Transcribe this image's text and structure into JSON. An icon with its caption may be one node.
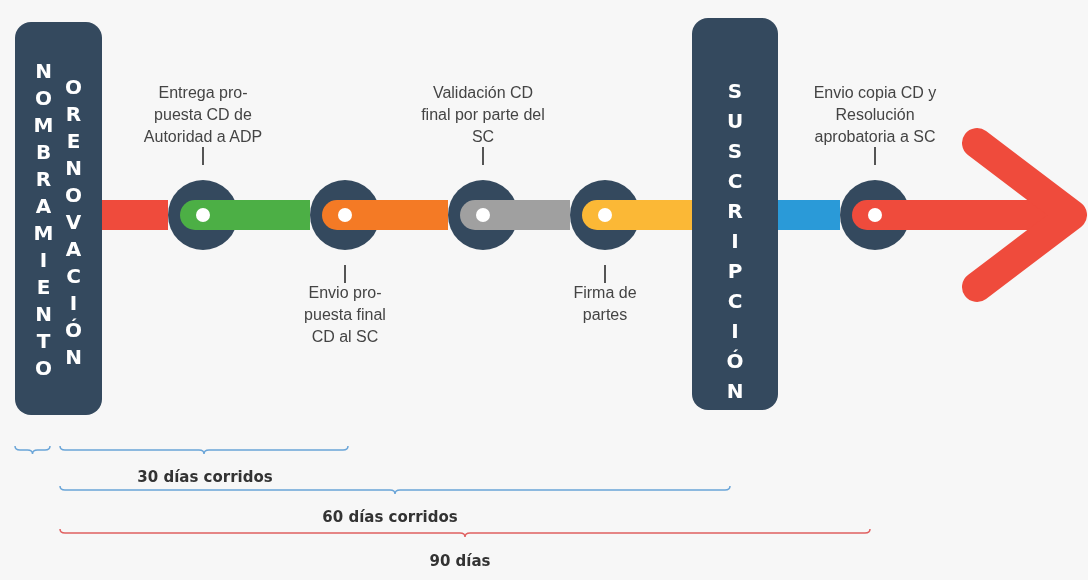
{
  "diagram": {
    "nodes": [
      {
        "text": [
          "NOMBRAMIENTO",
          "O RENOVACIÓN"
        ]
      },
      {
        "text": [
          "Entrega pro- puesta CD de Autoridad a ADP"
        ]
      },
      {
        "text": [
          "Envio pro- puesta final CD al SC"
        ]
      },
      {
        "text": [
          "Validación CD final por parte del SC"
        ]
      },
      {
        "text": [
          "Firma de partes"
        ]
      },
      {
        "text": [
          "SUSCRIPCIÓN"
        ]
      },
      {
        "text": [
          "Envio copia CD y Resolución aprobatoria a SC"
        ]
      }
    ],
    "edges": [
      {
        "from": 0,
        "to": 1,
        "arrow": "none",
        "color": "#ef4b3c"
      },
      {
        "from": 1,
        "to": 2,
        "arrow": "none",
        "color": "#4caf45"
      },
      {
        "from": 2,
        "to": 3,
        "arrow": "none",
        "color": "#f47a25"
      },
      {
        "from": 3,
        "to": 4,
        "arrow": "none",
        "color": "#a0a0a0"
      },
      {
        "from": 4,
        "to": 5,
        "arrow": "none",
        "color": "#fbb836"
      },
      {
        "from": 5,
        "to": 6,
        "arrow": "none",
        "color": "#2a9ad8"
      },
      {
        "from": 6,
        "to": null,
        "arrow": "to",
        "color": "#ef4b3c"
      }
    ],
    "labels": [
      "30 días corridos",
      "60 días corridos",
      "90 días"
    ]
  }
}
